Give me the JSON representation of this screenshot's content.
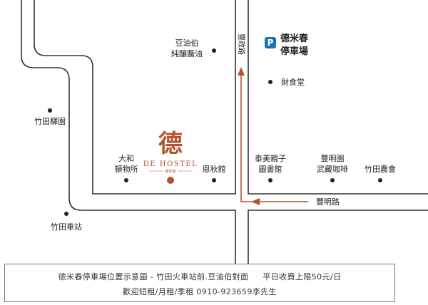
{
  "colors": {
    "road": "#333333",
    "accent": "#b5522f",
    "parking": "#1a73b8",
    "border": "#777777"
  },
  "roads": {
    "vertical_road_label": "豐政路",
    "horizontal_road_label": "豐明路"
  },
  "parking": {
    "icon_letter": "P",
    "name_line1": "德米春",
    "name_line2": "停車場",
    "icon": "parking-icon"
  },
  "hostel": {
    "logo_char": "德",
    "name": "DE HOSTEL",
    "sub": "德米春"
  },
  "pois": [
    {
      "line1": "豆油伯",
      "line2": "純釀醬油"
    },
    {
      "line1": "財食堂"
    },
    {
      "line1": "竹田驛園"
    },
    {
      "line1": "大和",
      "line2": "頓物所"
    },
    {
      "line1": "恩秋館"
    },
    {
      "line1": "泰美親子",
      "line2": "圖書館"
    },
    {
      "line1": "豐明園",
      "line2": "武藏咖啡"
    },
    {
      "line1": "竹田農會"
    },
    {
      "line1": "竹田車站"
    }
  ],
  "caption": {
    "line1_a": "德米春停車場位置示意圖 - 竹田火車站前.豆油伯對面",
    "line1_b": "平日收費上限50元/日",
    "line2": "歡迎短租/月租/季租  0910-923659李先生"
  }
}
